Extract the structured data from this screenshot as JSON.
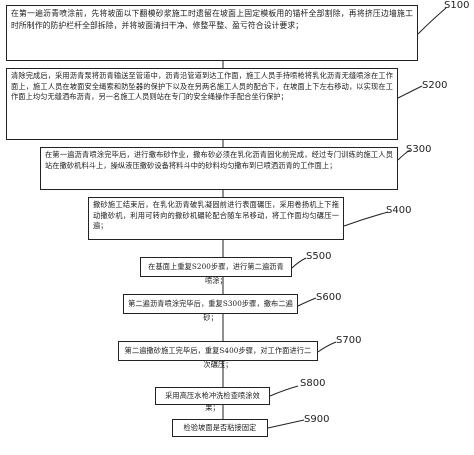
{
  "steps": [
    {
      "id": "S100",
      "text": "在第一遍沥青喷涂前，先将坡面以下翻模砂浆施工时遗留在坡面上固定模板用的锚杆全部割除，再将挤压边墙施工时所制作的防护栏杆全部拆除，并将坡面清扫干净、修整平整、盈亏符合设计要求；"
    },
    {
      "id": "S200",
      "text": "清除完成后，采用沥青泵将沥青输送至管道中，沥青沿管道到达工作面，施工人员手持喷枪将乳化沥青无缝喷涂在工作面上，施工人员在坡面安全绳索和防坠器的保护下以及在另两名施工人员的配合下，在坡面上下左右移动，以实现在工作面上均匀无缝洒布沥青，另一名施工人员则站在专门的安全绳操作手配合坐行保护；"
    },
    {
      "id": "S300",
      "text": "在第一遍沥青喷涂完毕后，进行撒布砂作业，撒布砂必须在乳化沥青固化前完成，经过专门训练的施工人员站在撒砂机料斗上，操纵液压撒砂设备将料斗中的砂料均匀撒布到已喷洒沥青的工作面上；"
    },
    {
      "id": "S400",
      "text": "撒砂施工结束后，在乳化沥青破乳凝固前进行表面碾压，采用卷扬机上下拖动撒砂机，利用可转向的撒砂机碾轮配合随车吊移动，将工作面均匀碾压一遍；"
    },
    {
      "id": "S500",
      "text": "在基面上重复S200步骤，进行第二遍沥青喷涂；"
    },
    {
      "id": "S600",
      "text": "第二遍沥青喷涂完毕后，重复S300步骤，撒布二遍砂；"
    },
    {
      "id": "S700",
      "text": "第二遍撒砂施工完毕后，重复S400步骤，对工作面进行二次碾压；"
    },
    {
      "id": "S800",
      "text": "采用高压水枪冲洗检查喷涂效果；"
    },
    {
      "id": "S900",
      "text": "检验坡面是否粘接固定"
    }
  ]
}
